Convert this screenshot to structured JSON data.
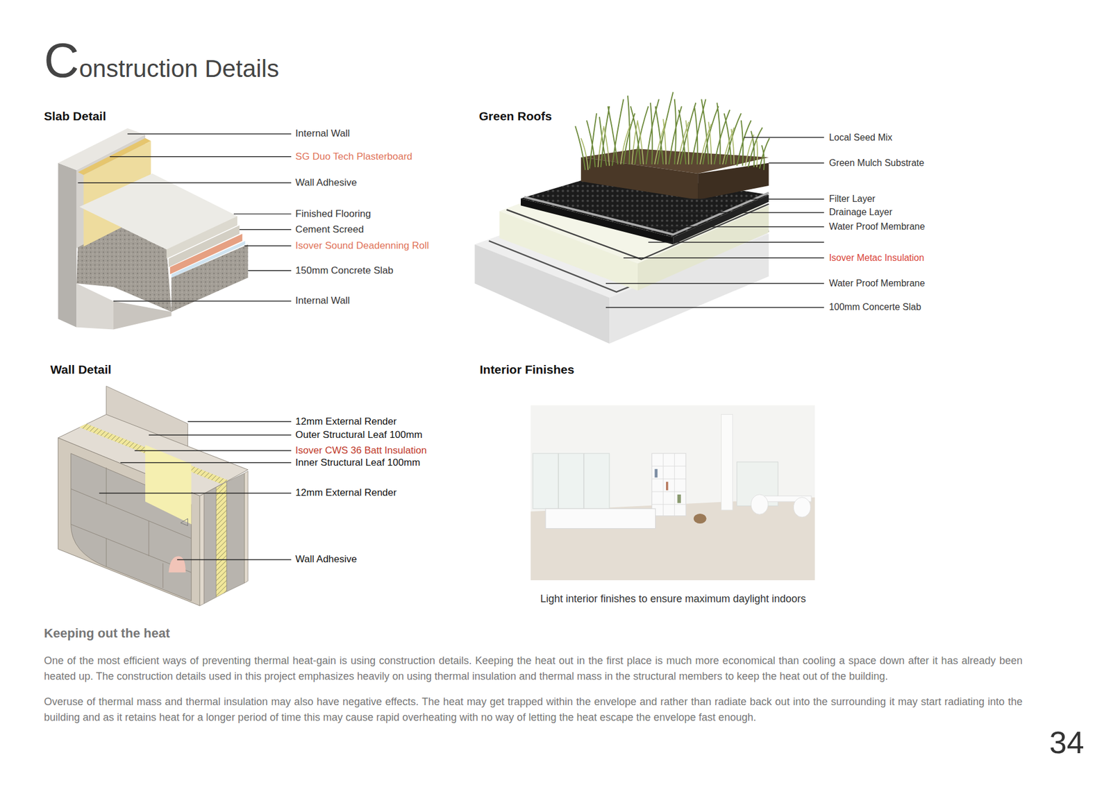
{
  "diagram": {
    "title": "Construction Details",
    "labels": [
      "Slab Detail",
      "Internal Wall",
      "SG Duo Tech Plasterboard",
      "Wall Adhesive",
      "Finished Flooring",
      "Cement Screed",
      "Isover Sound Deadenning Roll",
      "150mm Concrete Slab",
      "Internal Wall",
      "Green Roofs",
      "Local Seed Mix",
      "Green Mulch Substrate",
      "Filter Layer",
      "Drainage Layer",
      "Water Proof Membrane",
      "Isover Metac Insulation",
      "Water Proof Membrane",
      "100mm Concerte Slab",
      "Wall Detail",
      "12mm External Render",
      "Outer Structural Leaf 100mm",
      "Isover CWS 36 Batt Insulation",
      "Inner Structural Leaf 100mm",
      "12mm External Render",
      "Wall Adhesive",
      "Interior Finishes",
      "Light interior finishes to ensure maximum daylight indoors",
      "Keeping out the heat",
      "One of the most efficient ways of preventing thermal heat-gain is using construction details. Keeping the heat out in the first place is much more economical than cooling a space down after it has already been heated up. The construction details used in this project emphasizes heavily on using thermal insulation and thermal mass in the structural members to keep the heat out of the building.",
      "Overuse of thermal mass and thermal insulation may also have negative effects. The heat may get trapped within the envelope and rather than radiate back out into the surrounding it may start radiating into the building and as it retains heat for a longer period of time this may cause rapid overheating with no way of letting the heat escape the envelope fast enough.",
      "34"
    ]
  }
}
